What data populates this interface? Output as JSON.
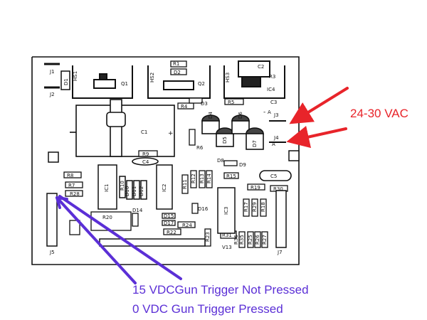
{
  "colors": {
    "board_line": "#111111",
    "annotation_red": "#e8242a",
    "annotation_blue": "#5b2fd6",
    "background": "#ffffff"
  },
  "board": {
    "connectors": {
      "j1": "J1",
      "j2": "J2",
      "j3": "J3",
      "j4": "J4",
      "j5": "J5",
      "j7": "J7"
    },
    "heatsinks": {
      "hs1": "HS1",
      "hs2": "HS2",
      "hs3": "HS3"
    },
    "transistors": {
      "q1": "Q1",
      "q2": "Q2"
    },
    "ics": {
      "ic1": "IC1",
      "ic2": "IC2",
      "ic3": "IC3",
      "ic4": "IC4"
    },
    "capacitors": {
      "c1": "C1",
      "c2": "C2",
      "c3": "C3",
      "c4": "C4",
      "c5": "C5"
    },
    "diodes": {
      "d1": "D1",
      "d2": "D2",
      "d3": "D3",
      "d4": "D4",
      "d5": "D5",
      "d6": "D6",
      "d7": "D7",
      "d8": "D8",
      "d9": "D9",
      "d10": "D10",
      "d11": "D11",
      "d12": "D12",
      "d14": "D14",
      "d15": "D15",
      "d16": "D16",
      "d17": "D17"
    },
    "resistors": {
      "r1": "R1",
      "r3": "R3",
      "r4": "R4",
      "r5": "R5",
      "r6": "R6",
      "r7": "R7",
      "r8": "R8",
      "r9": "R9",
      "r10": "R10",
      "r11": "R11",
      "r12": "R12",
      "r13": "R13",
      "r14": "R14",
      "r15": "R15",
      "r17": "R17",
      "r18": "R18",
      "r19": "R19",
      "r20": "R20",
      "r22": "R22",
      "r23": "R23",
      "r24": "R24",
      "r25": "R25",
      "r26": "R26",
      "r27": "R27",
      "r28": "R28",
      "r29": "R29",
      "r30": "R30",
      "r31": "R31",
      "r35": "R35",
      "r36": "R36"
    },
    "misc": {
      "v13": "V13",
      "a_j3": "A",
      "a_j4": "A",
      "plus": "+",
      "minus": "-"
    }
  },
  "annotations": {
    "ac_input": "24-30 VAC",
    "trigger_not_pressed": "15 VDCGun Trigger Not Pressed",
    "trigger_pressed": "0 VDC Gun Trigger Pressed"
  }
}
